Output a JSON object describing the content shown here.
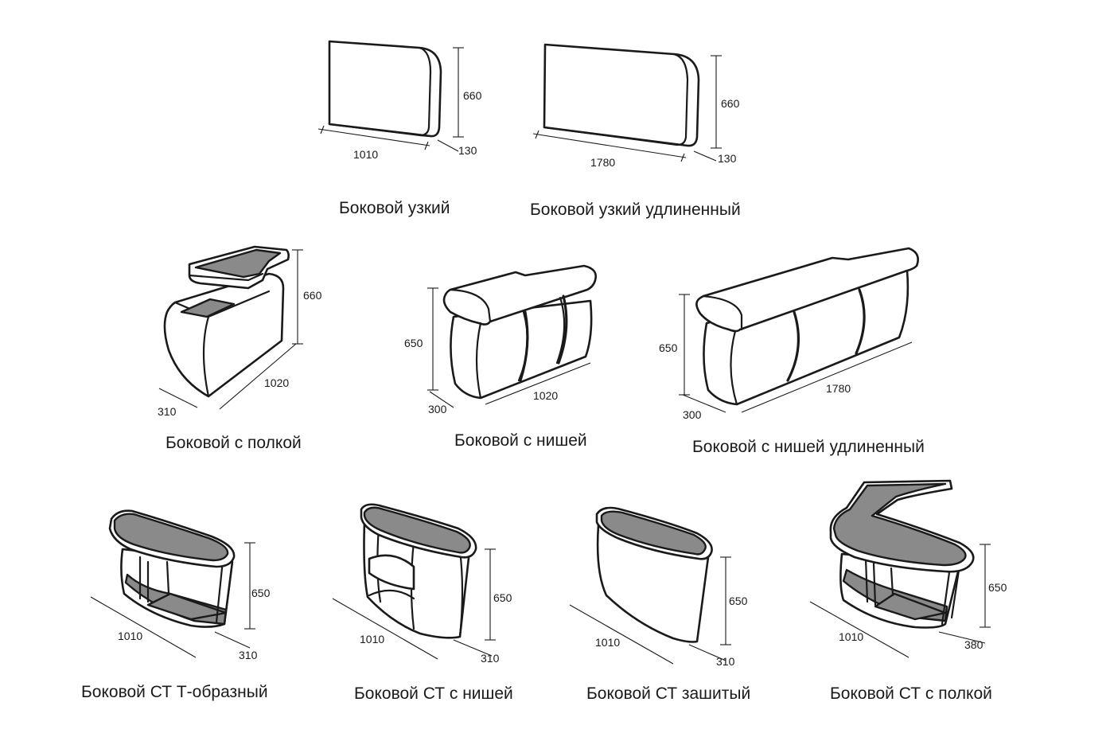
{
  "items": [
    {
      "caption": "Боковой узкий",
      "dims": [
        "660",
        "1010",
        "130"
      ]
    },
    {
      "caption": "Боковой узкий удлиненный",
      "dims": [
        "660",
        "1780",
        "130"
      ]
    },
    {
      "caption": "Боковой с полкой",
      "dims": [
        "660",
        "1020",
        "310"
      ]
    },
    {
      "caption": "Боковой с нишей",
      "dims": [
        "650",
        "1020",
        "300"
      ]
    },
    {
      "caption": "Боковой с нишей удлиненный",
      "dims": [
        "650",
        "1780",
        "300"
      ]
    },
    {
      "caption": "Боковой СТ Т-образный",
      "dims": [
        "650",
        "1010",
        "310"
      ]
    },
    {
      "caption": "Боковой СТ с нишей",
      "dims": [
        "650",
        "1010",
        "310"
      ]
    },
    {
      "caption": "Боковой СТ зашитый",
      "dims": [
        "650",
        "1010",
        "310"
      ]
    },
    {
      "caption": "Боковой СТ с полкой",
      "dims": [
        "650",
        "1010",
        "380"
      ]
    }
  ]
}
